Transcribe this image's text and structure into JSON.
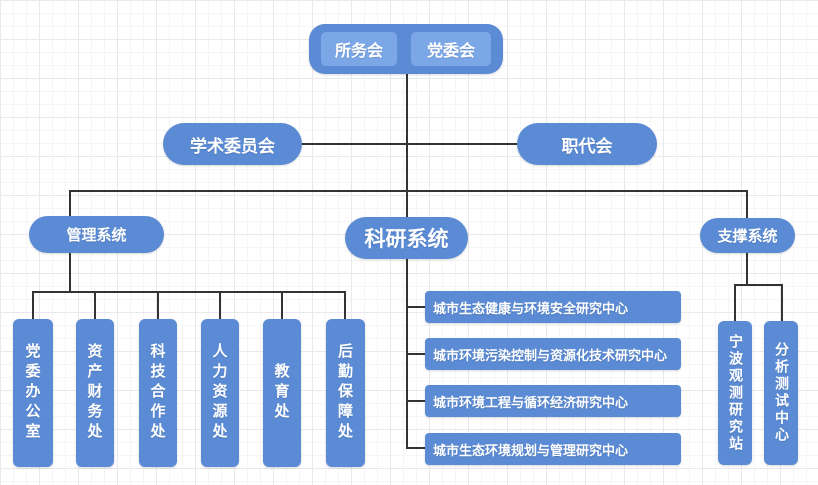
{
  "palette": {
    "node_blue": "#5b8bd4",
    "inner_light_blue": "#7ca7e6",
    "connector": "#333333",
    "grid_major": "#e9e9ec",
    "grid_minor": "#f5f5f7"
  },
  "top_group": {
    "members": [
      "所务会",
      "党委会"
    ]
  },
  "committees": {
    "academic": "学术委员会",
    "workers": "职代会"
  },
  "systems": {
    "management": {
      "label": "管理系统",
      "departments": [
        "党委办公室",
        "资产财务处",
        "科技合作处",
        "人力资源处",
        "教育处",
        "后勤保障处"
      ]
    },
    "research": {
      "label": "科研系统",
      "centers": [
        "城市生态健康与环境安全研究中心",
        "城市环境污染控制与资源化技术研究中心",
        "城市环境工程与循环经济研究中心",
        "城市生态环境规划与管理研究中心"
      ]
    },
    "support": {
      "label": "支撑系统",
      "units": [
        "宁波观测研究站",
        "分析测试中心"
      ]
    }
  }
}
